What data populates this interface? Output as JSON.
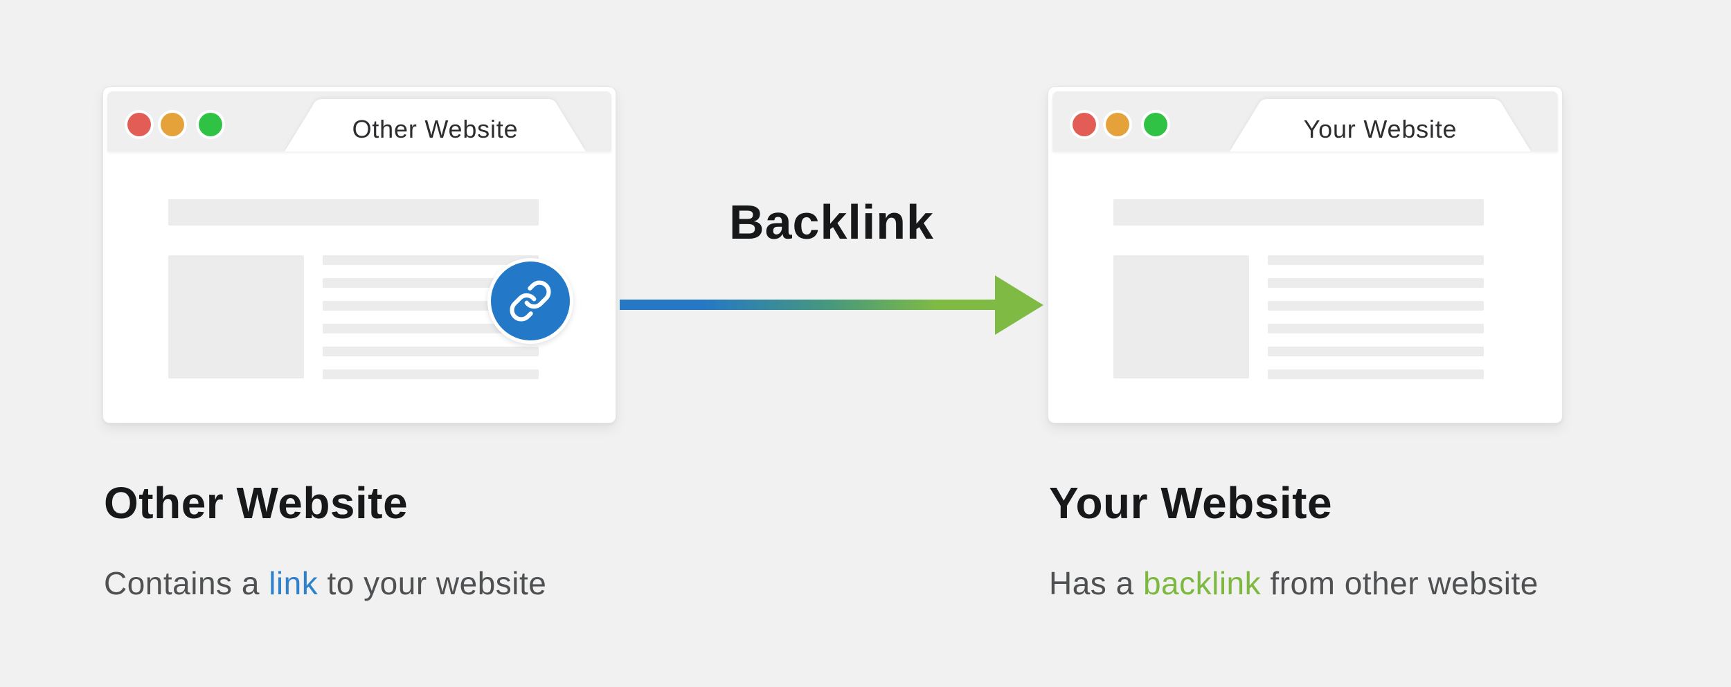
{
  "colors": {
    "page_bg": "#f1f1f2",
    "window_body": "#ffffff",
    "window_header": "#efeff0",
    "placeholder": "#ececed",
    "light_red": "#e25d55",
    "light_orange": "#e5a23b",
    "light_green": "#2fc244",
    "link_blue": "#2478c8",
    "arrow_blue": "#2678c4",
    "arrow_green": "#7fbb44",
    "text_dark": "#17181a",
    "text_gray": "#4e5052",
    "link_word": "#2e82cb",
    "backlink_word": "#7cb93e"
  },
  "left_window": {
    "tab_title": "Other Website",
    "traffic_lights": [
      "close",
      "minimize",
      "zoom"
    ],
    "link_icon": "chain-link-icon"
  },
  "right_window": {
    "tab_title": "Your Website",
    "traffic_lights": [
      "close",
      "minimize",
      "zoom"
    ]
  },
  "arrow": {
    "label": "Backlink",
    "direction": "left-to-right"
  },
  "captions": {
    "left": {
      "title": "Other Website",
      "prefix": "Contains a ",
      "highlight": "link",
      "suffix": " to your website"
    },
    "right": {
      "title": "Your Website",
      "prefix": "Has a ",
      "highlight": "backlink",
      "suffix": " from other website"
    }
  }
}
